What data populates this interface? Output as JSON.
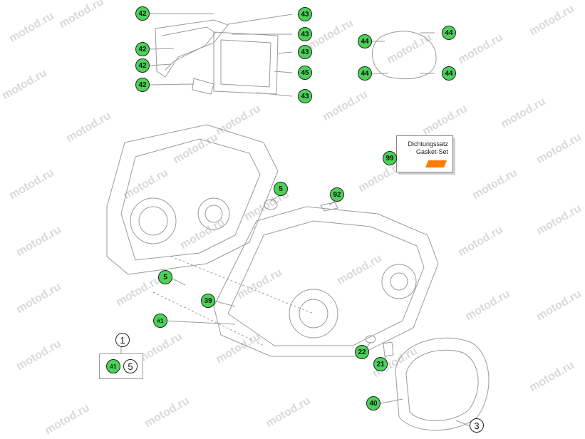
{
  "watermark": "motod.ru",
  "callouts": {
    "c42a": "42",
    "c42b": "42",
    "c42c": "42",
    "c42d": "42",
    "c43a": "43",
    "c43b": "43",
    "c43c": "43",
    "c43d": "43",
    "c45": "45",
    "c44a": "44",
    "c44b": "44",
    "c44c": "44",
    "c44d": "44",
    "c99": "99",
    "c5a": "5",
    "c5b": "5",
    "c5c": "5",
    "c92": "92",
    "c39": "39",
    "h1a": "#1",
    "h1b": "#1",
    "c1": "1",
    "c22": "22",
    "c21": "21",
    "c40": "40",
    "c3": "3"
  },
  "gasket_kit": {
    "line1": "Dichtungssatz",
    "line2": "Gasket-Set"
  },
  "colors": {
    "callout_fill": "#4ad356",
    "line": "#9a9a9a",
    "watermark": "#d9d9d9"
  }
}
